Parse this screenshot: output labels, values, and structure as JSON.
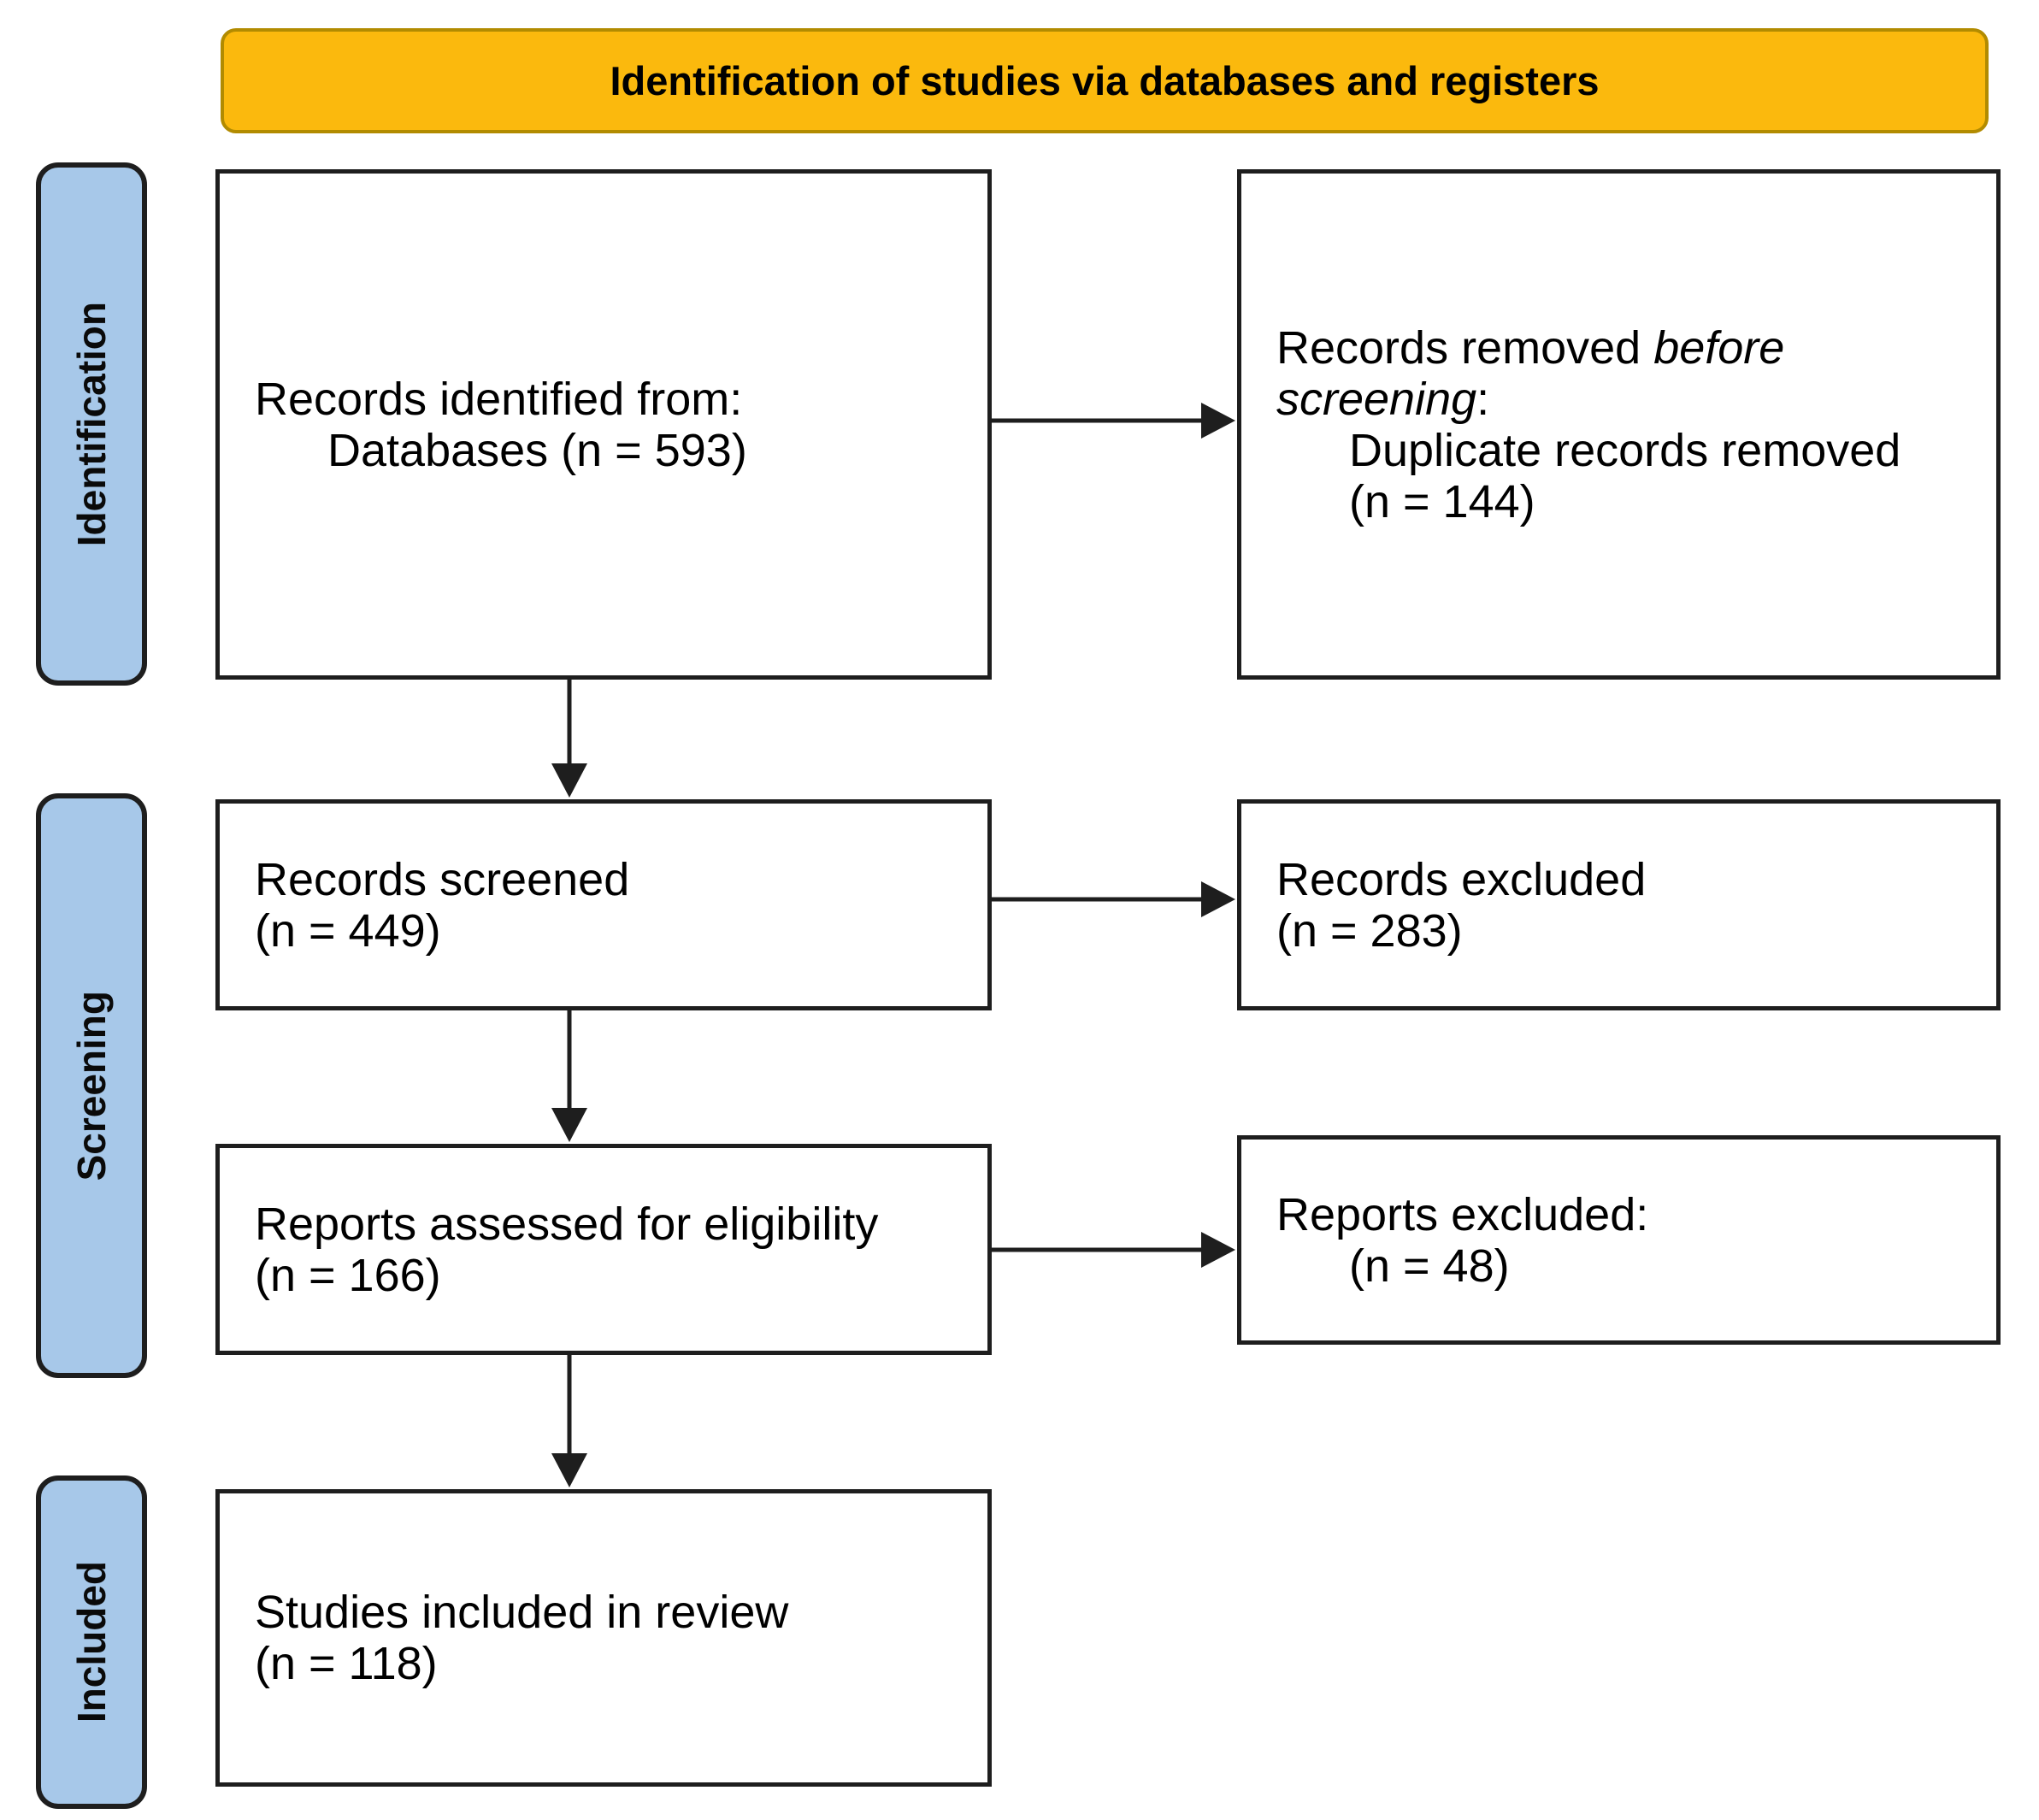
{
  "banner": {
    "title": "Identification of studies via databases and registers",
    "fill_color": "#FBB90D",
    "border_color": "#B28B00"
  },
  "stages": [
    {
      "label": "Identification"
    },
    {
      "label": "Screening"
    },
    {
      "label": "Included"
    }
  ],
  "colors": {
    "stage_fill": "#A7C8E9",
    "box_border": "#1E1E1E",
    "arrow": "#1E1E1E",
    "background": "#FFFFFF"
  },
  "boxes": [
    {
      "id": "records-identified",
      "n": 593,
      "lines": [
        {
          "indent": 0,
          "segments": [
            {
              "text": "Records identified from:",
              "italic": false
            }
          ]
        },
        {
          "indent": 1,
          "segments": [
            {
              "text": "Databases (n = 593)",
              "italic": false
            }
          ]
        }
      ]
    },
    {
      "id": "records-removed-before-screening",
      "n": 144,
      "lines": [
        {
          "indent": 0,
          "segments": [
            {
              "text": "Records removed ",
              "italic": false
            },
            {
              "text": "before",
              "italic": true
            }
          ]
        },
        {
          "indent": 0,
          "segments": [
            {
              "text": "screening",
              "italic": true
            },
            {
              "text": ":",
              "italic": false
            }
          ]
        },
        {
          "indent": 1,
          "segments": [
            {
              "text": "Duplicate records removed",
              "italic": false
            }
          ]
        },
        {
          "indent": 1,
          "segments": [
            {
              "text": "(n = 144)",
              "italic": false
            }
          ]
        }
      ]
    },
    {
      "id": "records-screened",
      "n": 449,
      "lines": [
        {
          "indent": 0,
          "segments": [
            {
              "text": "Records screened",
              "italic": false
            }
          ]
        },
        {
          "indent": 0,
          "segments": [
            {
              "text": "(n = 449)",
              "italic": false
            }
          ]
        }
      ]
    },
    {
      "id": "records-excluded",
      "n": 283,
      "lines": [
        {
          "indent": 0,
          "segments": [
            {
              "text": "Records excluded",
              "italic": false
            }
          ]
        },
        {
          "indent": 0,
          "segments": [
            {
              "text": "(n = 283)",
              "italic": false
            }
          ]
        }
      ]
    },
    {
      "id": "reports-assessed-for-eligibility",
      "n": 166,
      "lines": [
        {
          "indent": 0,
          "segments": [
            {
              "text": "Reports assessed for eligibility",
              "italic": false
            }
          ]
        },
        {
          "indent": 0,
          "segments": [
            {
              "text": "(n = 166)",
              "italic": false
            }
          ]
        }
      ]
    },
    {
      "id": "reports-excluded",
      "n": 48,
      "lines": [
        {
          "indent": 0,
          "segments": [
            {
              "text": "Reports excluded:",
              "italic": false
            }
          ]
        },
        {
          "indent": 1,
          "segments": [
            {
              "text": "(n = 48)",
              "italic": false
            }
          ]
        }
      ]
    },
    {
      "id": "studies-included-in-review",
      "n": 118,
      "lines": [
        {
          "indent": 0,
          "segments": [
            {
              "text": "Studies included in review",
              "italic": false
            }
          ]
        },
        {
          "indent": 0,
          "segments": [
            {
              "text": "(n = 118)",
              "italic": false
            }
          ]
        }
      ]
    }
  ]
}
